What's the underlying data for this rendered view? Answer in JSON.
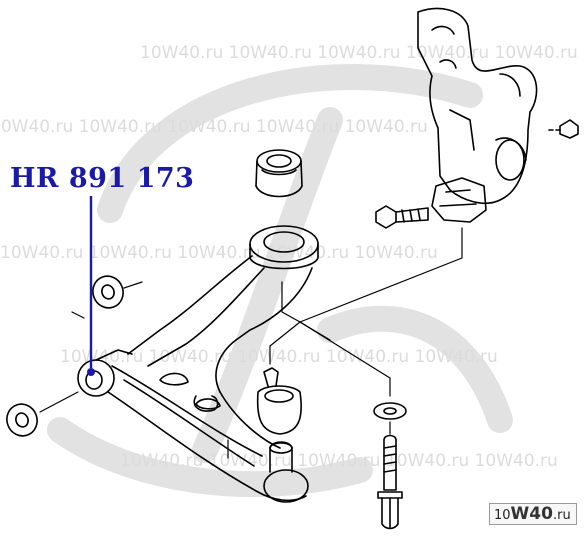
{
  "callout": {
    "part_number": "HR 891 173",
    "color": "#1a1aa6"
  },
  "watermark": {
    "brand_big": "10W40",
    "brand_small": ".ru",
    "row_text": "10W40.ru  10W40.ru  10W40.ru  10W40.ru  10W40.ru"
  },
  "logo": {
    "prefix": "10",
    "big": "W40",
    "suffix": ".ru"
  },
  "colors": {
    "line": "#000000",
    "watermark": "#dcdcdc"
  }
}
